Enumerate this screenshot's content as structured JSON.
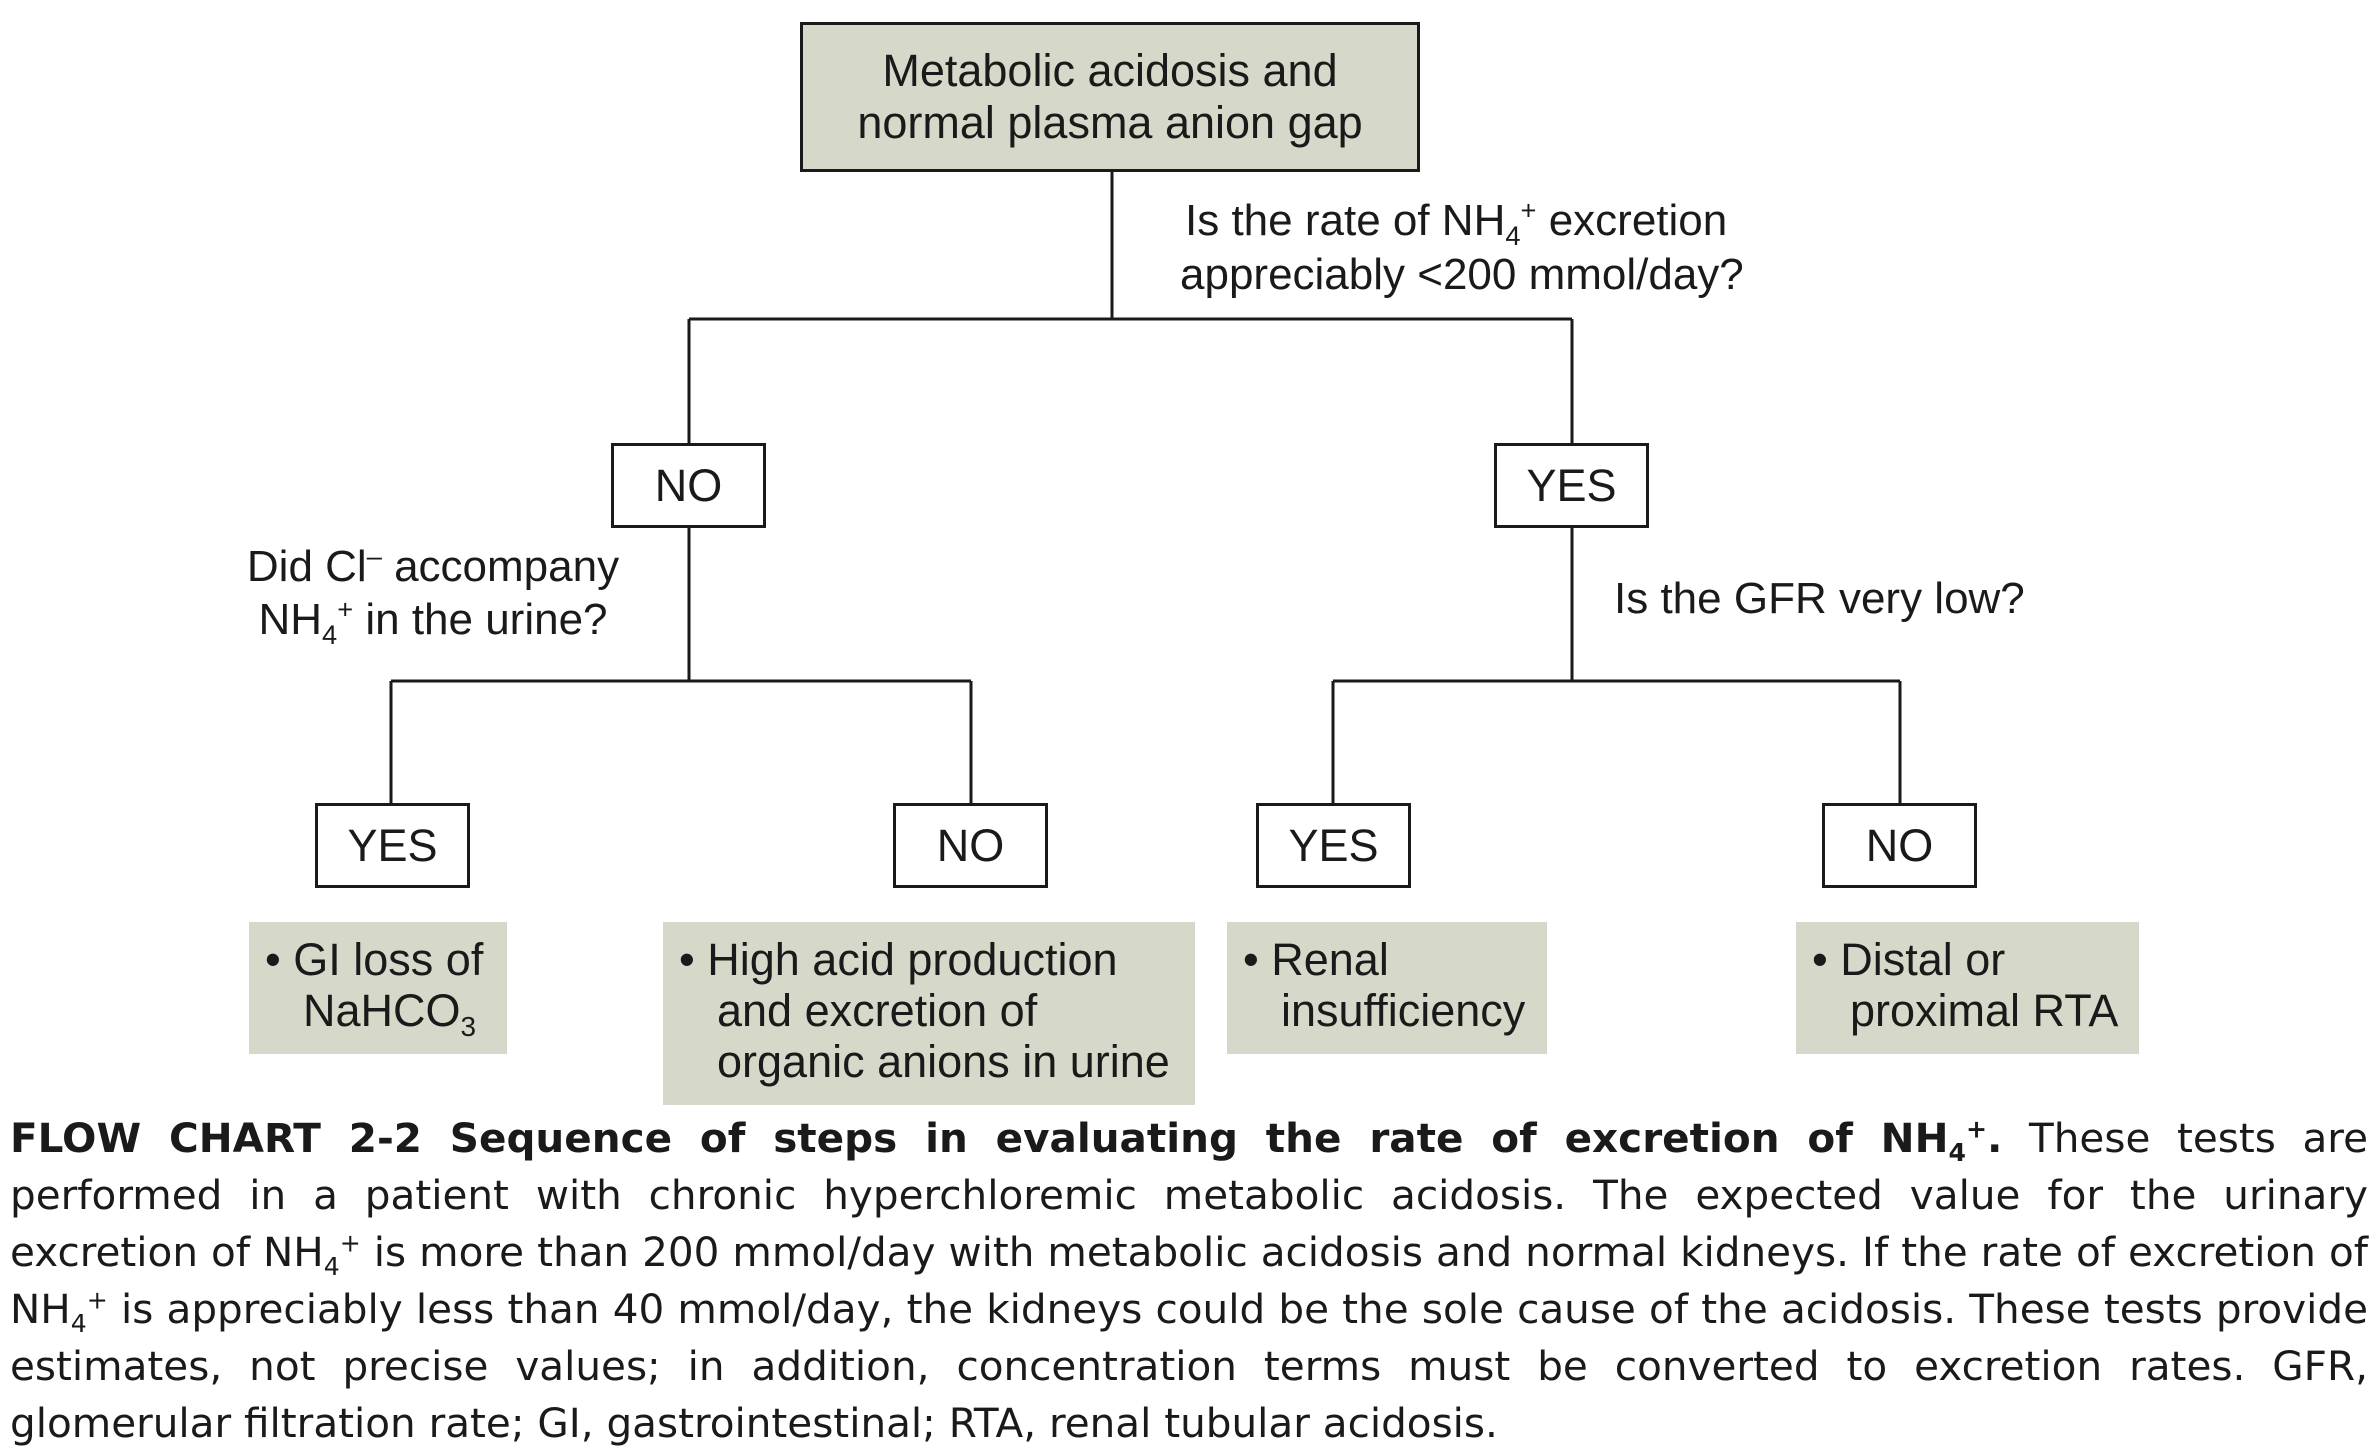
{
  "root": {
    "line1": "Metabolic acidosis and",
    "line2": "normal plasma anion gap"
  },
  "q1": {
    "line1_a": "Is the rate of NH",
    "line1_sub": "4",
    "line1_sup": "+",
    "line1_b": " excretion",
    "line2": "appreciably <200 mmol/day?"
  },
  "branch_left": {
    "label": "NO"
  },
  "branch_right": {
    "label": "YES"
  },
  "q2": {
    "line1_a": "Did Cl",
    "line1_sup": "–",
    "line1_b": " accompany",
    "line2_a": "NH",
    "line2_sub": "4",
    "line2_sup": "+",
    "line2_b": " in the urine?"
  },
  "q3": {
    "text": "Is the GFR very low?"
  },
  "leaf1": {
    "label": "YES"
  },
  "leaf2": {
    "label": "NO"
  },
  "leaf3": {
    "label": "YES"
  },
  "leaf4": {
    "label": "NO"
  },
  "result1": {
    "line1": "• GI loss of",
    "line2_a": "NaHCO",
    "line2_sub": "3"
  },
  "result2": {
    "line1": "• High acid production",
    "line2": "and excretion of",
    "line3": "organic anions in urine"
  },
  "result3": {
    "line1": "• Renal",
    "line2": "insufficiency"
  },
  "result4": {
    "line1": "• Distal or",
    "line2": "proximal RTA"
  },
  "caption": {
    "label_a": "FLOW CHART 2-2  Sequence of steps in evaluating the rate of excretion of NH",
    "label_sub": "4",
    "label_sup": "+",
    "label_b": ".",
    "text_a": "  These tests are performed in a patient with chronic hyperchloremic metabolic acidosis. The expected value for the urinary excretion of NH",
    "text_sub1": "4",
    "text_sup1": "+",
    "text_b": " is more than 200 mmol/day with metabolic acidosis and normal kidneys. If the rate of excretion of NH",
    "text_sub2": "4",
    "text_sup2": "+",
    "text_c": " is appreciably less than 40 mmol/day, the kidneys could be the sole cause of the acidosis. These tests provide estimates, not precise values; in addition, concentration terms must be converted to excretion rates. GFR, glomerular filtration rate; GI, gastrointestinal; RTA, renal tubular acidosis."
  },
  "colors": {
    "box_fill": "#d6d9c9",
    "line": "#1a1a1a"
  }
}
